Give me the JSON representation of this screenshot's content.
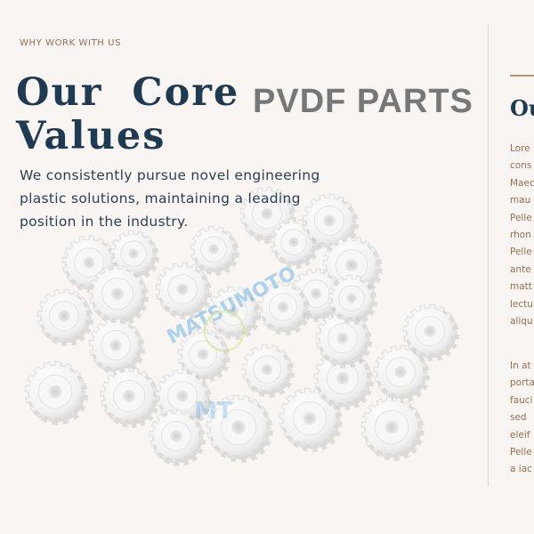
{
  "header": {
    "eyebrow": "WHY WORK WITH US",
    "title_line1": "Our Core",
    "title_line2": "Values",
    "product_label": "PVDF PARTS"
  },
  "description": "We consistently pursue novel engineering plastic solutions, maintaining a leading position in the industry.",
  "right_column": {
    "heading": "Ou",
    "paragraph1_lines": [
      "Lore",
      "cons",
      "Maec",
      "mau",
      "Pelle",
      "rhon",
      "Pelle",
      "ante",
      "matt",
      "lectu",
      "aliqu"
    ],
    "paragraph2_lines": [
      "In at",
      "porta",
      "fauci",
      "sed",
      "eleif",
      "Pelle",
      "a iac"
    ]
  },
  "product_image": {
    "subject": "white nylon double spur gears",
    "watermark_text": "MATSUMOTO",
    "watermark_mark": "MT"
  },
  "colors": {
    "title": "#1f3b52",
    "eyebrow": "#8d6f55",
    "product_label": "#777777",
    "body_text": "#2a3f52",
    "right_text": "#9a6f4e",
    "accent": "#b79470",
    "watermark": "#6fb6e8"
  }
}
